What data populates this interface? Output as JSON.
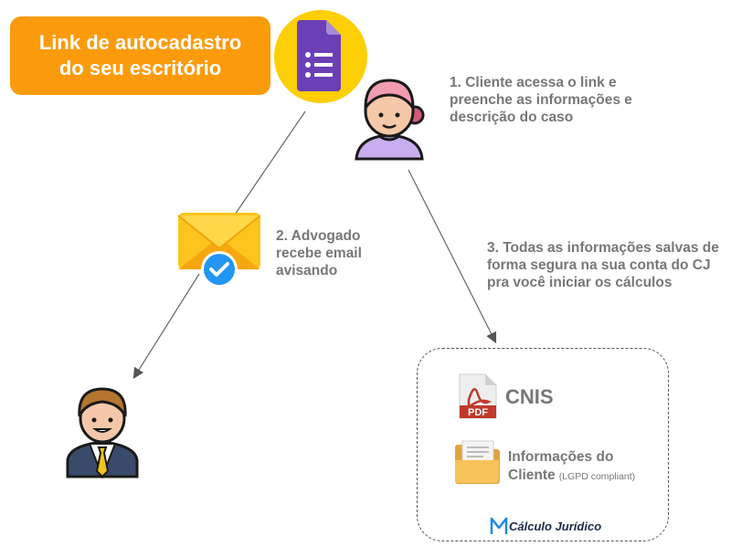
{
  "header": {
    "line1": "Link de autocadastro",
    "line2": "do seu escritório"
  },
  "steps": {
    "step1": [
      "1. Cliente acessa o link e",
      "preenche as informações e",
      "descrição do caso"
    ],
    "step2": [
      "2. Advogado",
      "recebe email",
      "avisando"
    ],
    "step3": [
      "3. Todas as informações salvas de",
      "forma segura na sua conta do CJ",
      "pra você iniciar os cálculos"
    ]
  },
  "storage": {
    "pdf_badge": "PDF",
    "cnis": "CNIS",
    "info_line1": "Informações do",
    "info_line2": "Cliente",
    "lgpd": "(LGPD compliant)",
    "brand": "Cálculo Jurídico"
  },
  "colors": {
    "accent_orange": "#fb9b0c",
    "text_gray": "#777777",
    "forms_purple": "#6b3fb5",
    "check_blue": "#2196f3"
  },
  "icons": [
    "google-forms-icon",
    "client-avatar-icon",
    "email-check-icon",
    "lawyer-avatar-icon",
    "pdf-file-icon",
    "folder-icon",
    "brand-logo-icon"
  ]
}
